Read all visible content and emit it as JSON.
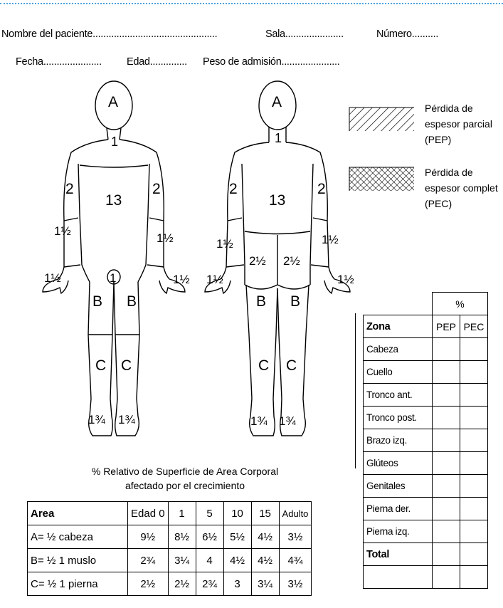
{
  "form": {
    "patient_label": "Nombre del paciente",
    "room_label": "Sala",
    "number_label": "Número",
    "date_label": "Fecha",
    "age_label": "Edad",
    "weight_label": "Peso de admisión"
  },
  "legend": {
    "partial_line1": "Pérdida de",
    "partial_line2": "espesor parcial",
    "partial_line3": "(PEP)",
    "full_line1": "Pérdida de",
    "full_line2": "espesor complet",
    "full_line3": "(PEC)"
  },
  "body_labels": {
    "head": "A",
    "neck": "1",
    "trunk": "13",
    "upper_arm": "2",
    "forearm": "1½",
    "hand": "1½",
    "genitals": "1",
    "buttock": "2½",
    "thigh": "B",
    "leg": "C",
    "foot": "1¾"
  },
  "caption": {
    "line1": "% Relativo de Superficie de Area Corporal",
    "line2": "afectado por el crecimiento"
  },
  "age_table": {
    "headers": [
      "Area",
      "Edad 0",
      "1",
      "5",
      "10",
      "15",
      "Adulto"
    ],
    "rows": [
      [
        "A= ½  cabeza",
        "9½",
        "8½",
        "6½",
        "5½",
        "4½",
        "3½"
      ],
      [
        "B= ½  1 muslo",
        "2¾",
        "3¼",
        "4",
        "4½",
        "4½",
        "4¾"
      ],
      [
        "C= ½  1 pierna",
        "2½",
        "2½",
        "2¾",
        "3",
        "3¼",
        "3½"
      ]
    ]
  },
  "zone_table": {
    "percent_header": "%",
    "headers": [
      "Zona",
      "PEP",
      "PEC"
    ],
    "rows": [
      "Cabeza",
      "Cuello",
      "Tronco ant.",
      "Tronco post.",
      "Brazo izq.",
      "Glúteos",
      "Genitales",
      "Pierna der.",
      "Pierna izq.",
      "Total",
      ""
    ]
  }
}
